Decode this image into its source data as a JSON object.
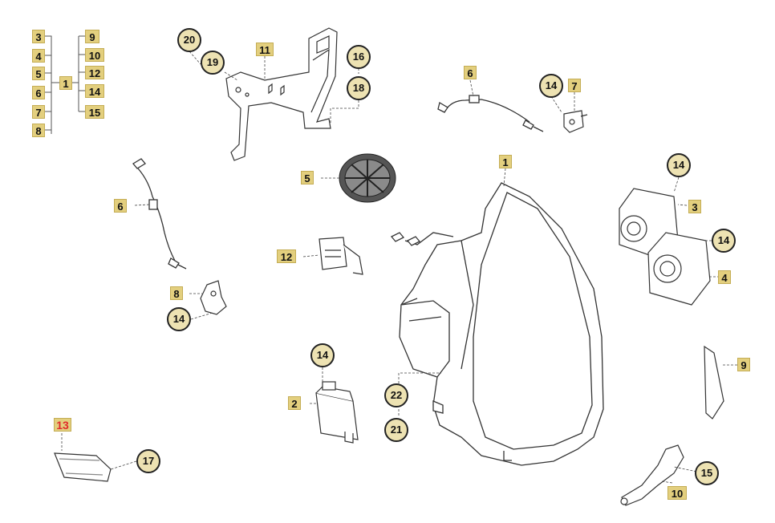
{
  "diagram": {
    "highlight_color": "#e02b2b",
    "label_fill": "#e3cf7e",
    "circle_fill": "#ede2b2",
    "index_tree": {
      "left": [
        "3",
        "4",
        "5",
        "6",
        "7",
        "8"
      ],
      "center": "1",
      "right": [
        "9",
        "10",
        "12",
        "14",
        "15"
      ]
    },
    "callouts": {
      "c20": "20",
      "c19": "19",
      "b11": "11",
      "c16": "16",
      "c18": "18",
      "b6_top": "6",
      "c14_clip": "14",
      "b7": "7",
      "b1_main": "1",
      "c14_module3": "14",
      "b3": "3",
      "c14_module4": "14",
      "b4": "4",
      "b5": "5",
      "b6_left": "6",
      "b12": "12",
      "b8": "8",
      "c14_bracket8": "14",
      "c14_module2": "14",
      "b2": "2",
      "c22": "22",
      "c21": "21",
      "b9": "9",
      "b13": "13",
      "c17": "17",
      "c15": "15",
      "b10": "10"
    }
  }
}
